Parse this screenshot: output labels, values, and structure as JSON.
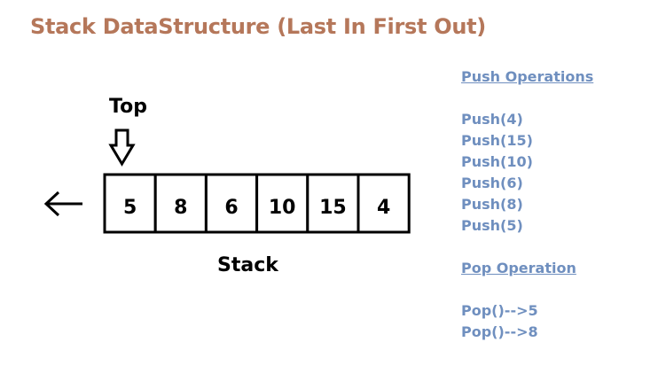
{
  "title": "Stack DataStructure (Last In First Out)",
  "top_label": "Top",
  "stack_label": "Stack",
  "stack_cells": [
    "5",
    "8",
    "6",
    "10",
    "15",
    "4"
  ],
  "push_operations": {
    "heading": "Push Operations",
    "items": [
      "Push(4)",
      "Push(15)",
      "Push(10)",
      "Push(6)",
      "Push(8)",
      "Push(5)"
    ]
  },
  "pop_operations": {
    "heading": "Pop Operation",
    "items": [
      "Pop()-->5",
      "Pop()-->8"
    ]
  },
  "colors": {
    "title": "#b5775a",
    "operations": "#6f8fbf",
    "diagram": "#000000"
  },
  "icons": {
    "top_pointer": "down-arrow-outline-icon",
    "exit_direction": "left-arrow-icon"
  }
}
